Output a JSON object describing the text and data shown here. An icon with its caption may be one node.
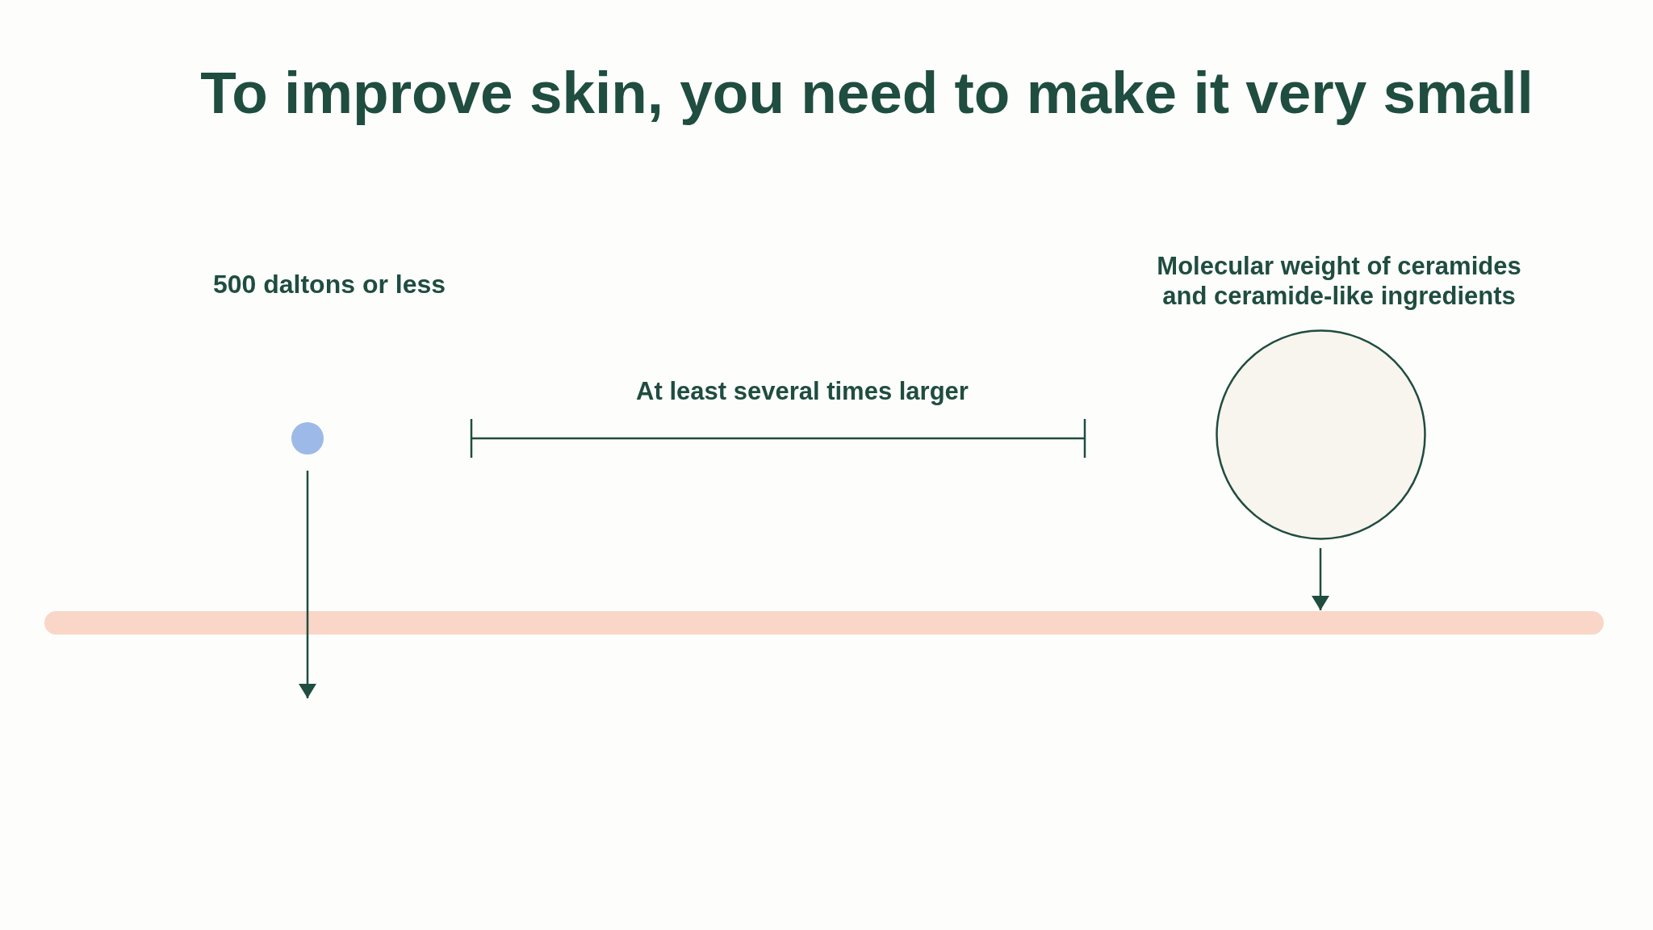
{
  "diagram": {
    "title": "To improve skin, you need to make it very small",
    "nodes": [
      {
        "text": [],
        "shape": "circle"
      },
      {
        "text": [],
        "shape": "circle",
        "beside": [
          "Molecular weight of ceramides and ceramide-like ingredients"
        ]
      },
      {
        "text": [],
        "shape": "bar"
      }
    ],
    "edges": [
      {
        "from": 0,
        "to": null,
        "arrow": "to"
      },
      {
        "from": 1,
        "to": 2,
        "arrow": "to"
      }
    ],
    "labels": [
      "500 daltons or less",
      "At least several times larger"
    ]
  }
}
